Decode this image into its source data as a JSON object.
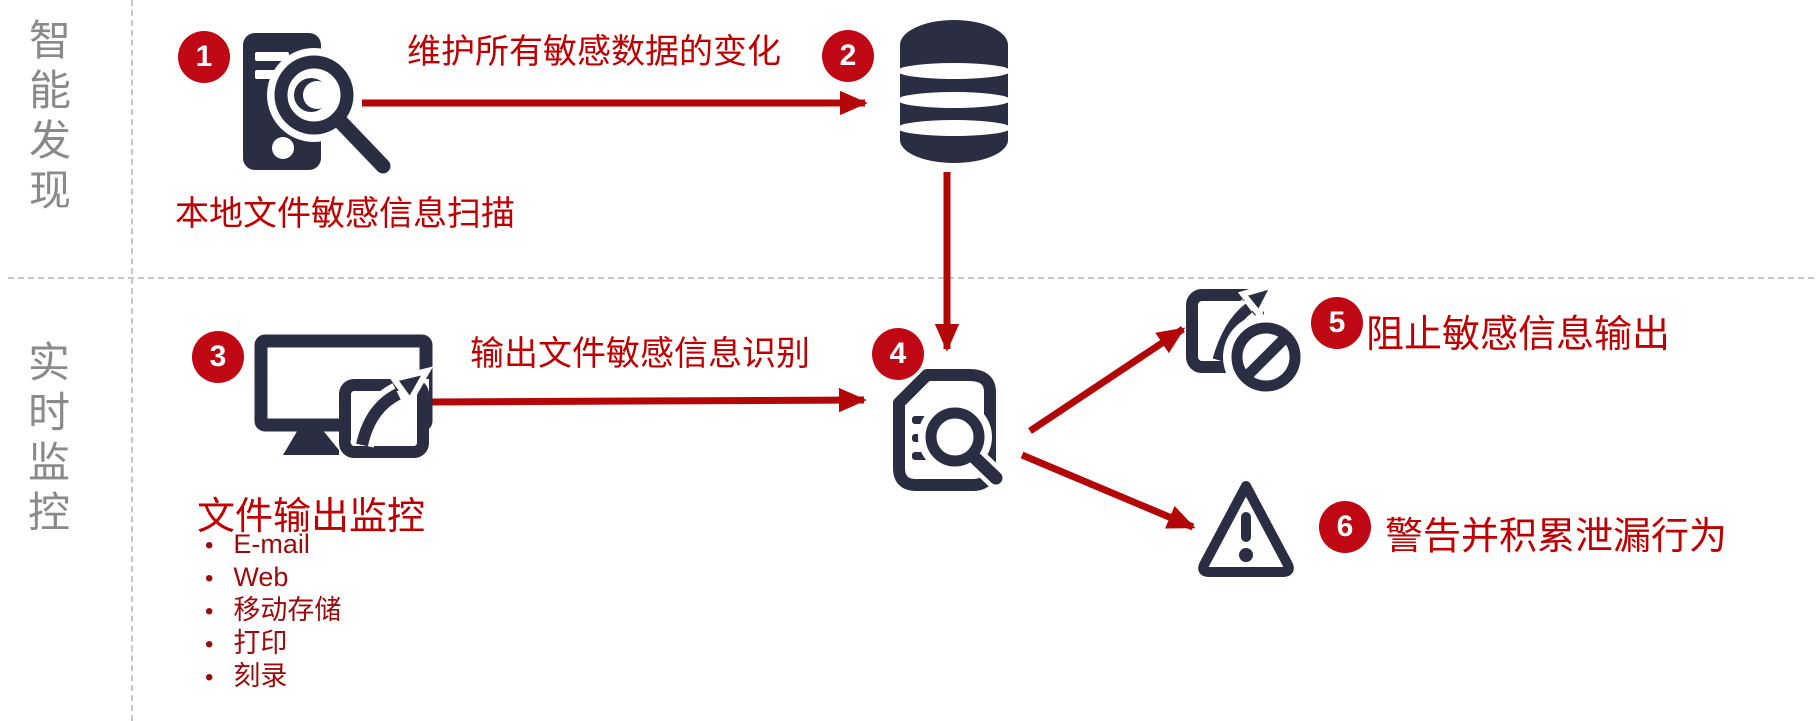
{
  "colors": {
    "icon-dark": "#2B2E42",
    "red-text": "#C00000",
    "red-dark-text": "#9C0B0B",
    "badge-red": "#C00714",
    "arrow-red": "#B30606",
    "gray-text": "#8A8A8A",
    "divider-gray": "#C6C6C6"
  },
  "sections": [
    {
      "label": "智能发现"
    },
    {
      "label": "实时监控"
    }
  ],
  "steps": [
    {
      "number": "1",
      "icon": "phone-scan-icon",
      "label": "本地文件敏感信息扫描"
    },
    {
      "number": "2",
      "icon": "database-icon",
      "label": ""
    },
    {
      "number": "3",
      "icon": "monitor-share-icon",
      "label": "文件输出监控",
      "channels": [
        "E-mail",
        "Web",
        "移动存储",
        "打印",
        "刻录"
      ]
    },
    {
      "number": "4",
      "icon": "document-scan-icon",
      "label": ""
    },
    {
      "number": "5",
      "icon": "document-block-icon",
      "label": "阻止敏感信息输出"
    },
    {
      "number": "6",
      "icon": "warning-triangle-icon",
      "label": "警告并积累泄漏行为"
    }
  ],
  "flows": [
    {
      "from": "1",
      "to": "2",
      "label": "维护所有敏感数据的变化"
    },
    {
      "from": "2",
      "to": "4",
      "label": ""
    },
    {
      "from": "3",
      "to": "4",
      "label": "输出文件敏感信息识别"
    },
    {
      "from": "4",
      "to": "5",
      "label": ""
    },
    {
      "from": "4",
      "to": "6",
      "label": ""
    }
  ]
}
